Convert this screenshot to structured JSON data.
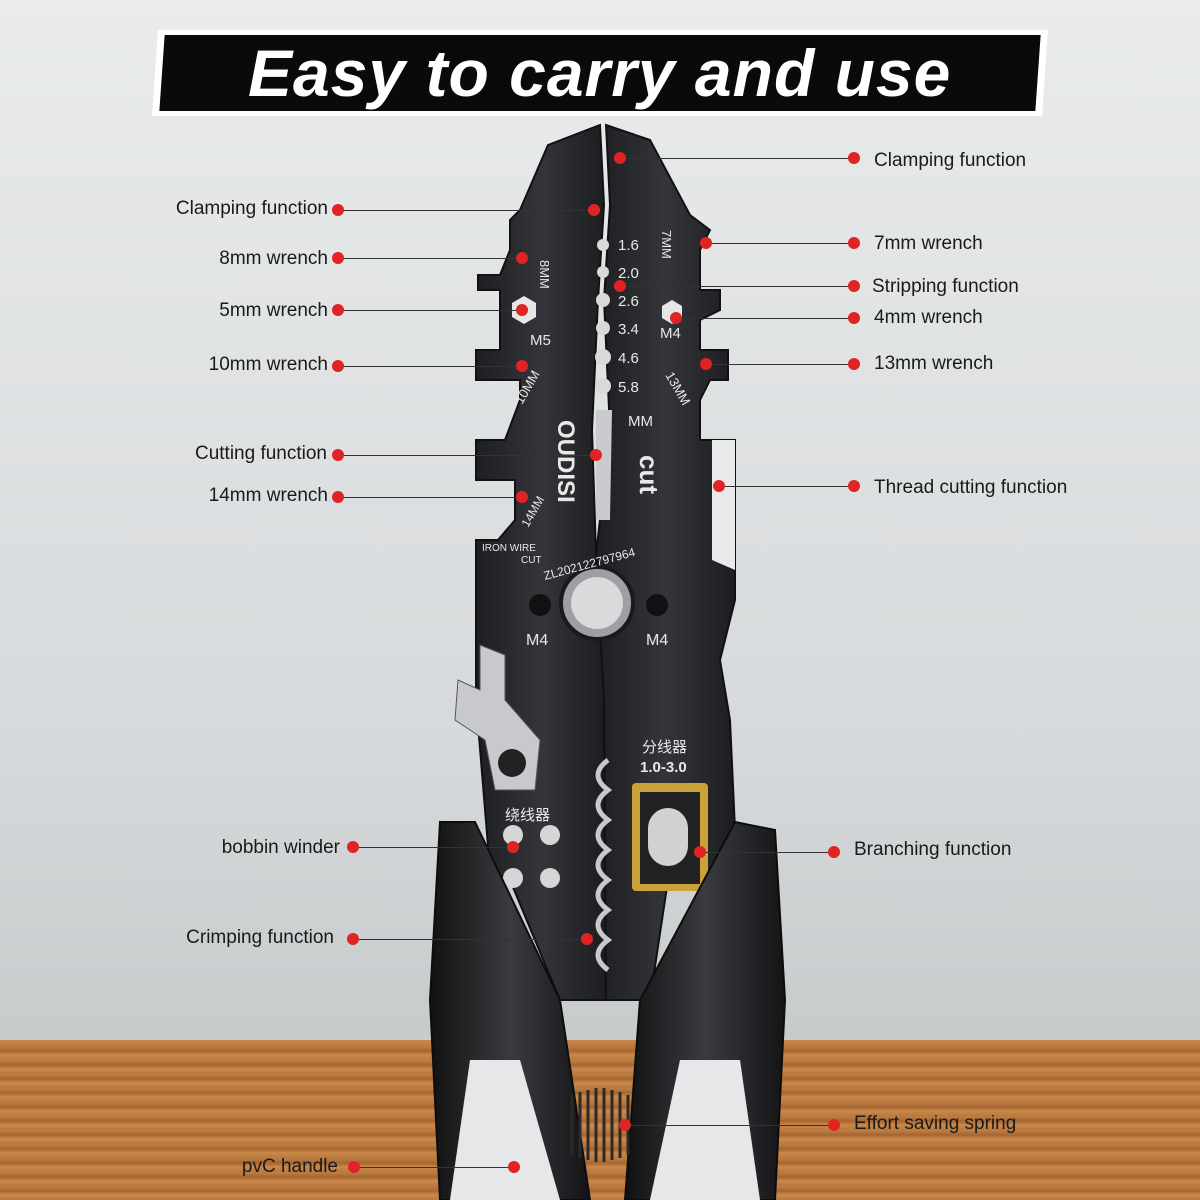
{
  "banner": {
    "title": "Easy to carry and use"
  },
  "tool": {
    "brand": "OUDISI",
    "cut_word": "cut",
    "serial": "ZL202122797964",
    "iron_wire_line1": "IRON WIRE",
    "iron_wire_line2": "CUT",
    "mm": "MM",
    "m5": "M5",
    "m4_head": "M4",
    "m4_left": "M4",
    "m4_right": "M4",
    "size_8mm": "8MM",
    "size_7mm": "7MM",
    "size_10mm": "10MM",
    "size_13mm": "13MM",
    "size_14mm": "14MM",
    "strip_gauges": [
      "1.6",
      "2.0",
      "2.6",
      "3.4",
      "4.6",
      "5.8"
    ],
    "splitter_cn": "分线器",
    "splitter_range": "1.0-3.0",
    "winder_cn": "绕线器"
  },
  "callouts": {
    "left": [
      "Clamping function",
      "8mm wrench",
      "5mm wrench",
      "10mm wrench",
      "Cutting function",
      "14mm wrench",
      "bobbin winder",
      "Crimping function",
      "pvC handle"
    ],
    "right": [
      "Clamping function",
      "7mm wrench",
      "Stripping function",
      "4mm wrench",
      "13mm wrench",
      "Thread cutting function",
      "Branching function",
      "Effort saving spring"
    ]
  },
  "colors": {
    "accent_dot": "#e02424",
    "banner_bg": "#0a0a0a",
    "tool_body": "#2a2b2e",
    "brass": "#c9a23a"
  }
}
